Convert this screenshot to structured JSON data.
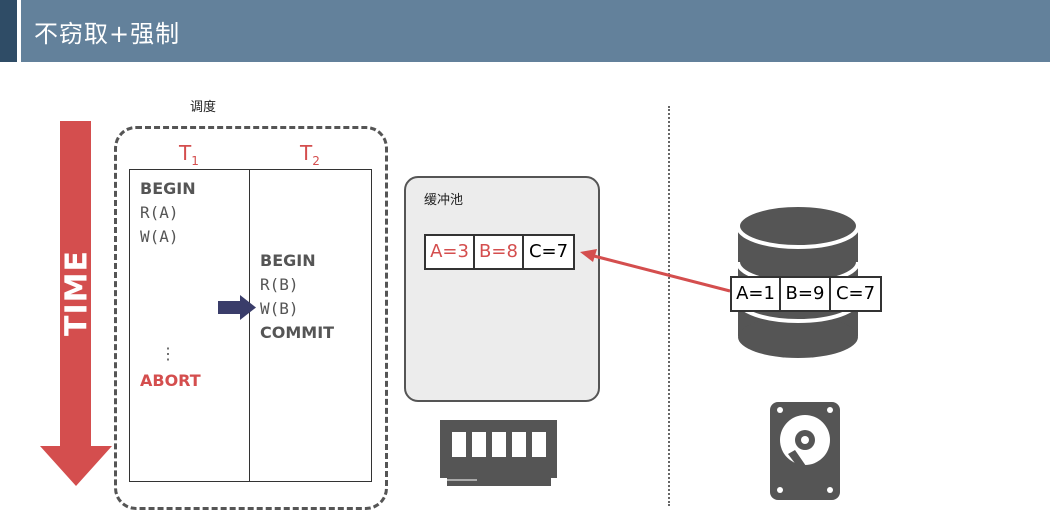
{
  "header": {
    "title": "不窃取+强制"
  },
  "time": {
    "label": "TIME"
  },
  "schedule": {
    "label": "调度",
    "t1": {
      "name": "T",
      "sub": "1"
    },
    "t2": {
      "name": "T",
      "sub": "2"
    },
    "t1_ops": [
      "BEGIN",
      "R(A)",
      "W(A)",
      "⋮",
      "ABORT"
    ],
    "t2_ops": [
      "BEGIN",
      "R(B)",
      "W(B)",
      "COMMIT"
    ]
  },
  "buffer_pool": {
    "label": "缓冲池",
    "cells": [
      "A=3",
      "B=8",
      "C=7"
    ]
  },
  "disk": {
    "cells": [
      "A=1",
      "B=9",
      "C=7"
    ]
  },
  "colors": {
    "accent": "#d44e4e",
    "header": "#63819b",
    "header_dark": "#2f4c66",
    "arrow_navy": "#3a3d6a"
  },
  "icons": {
    "memory": "memory-chip-icon",
    "disk": "hard-drive-icon",
    "database": "database-icon"
  }
}
